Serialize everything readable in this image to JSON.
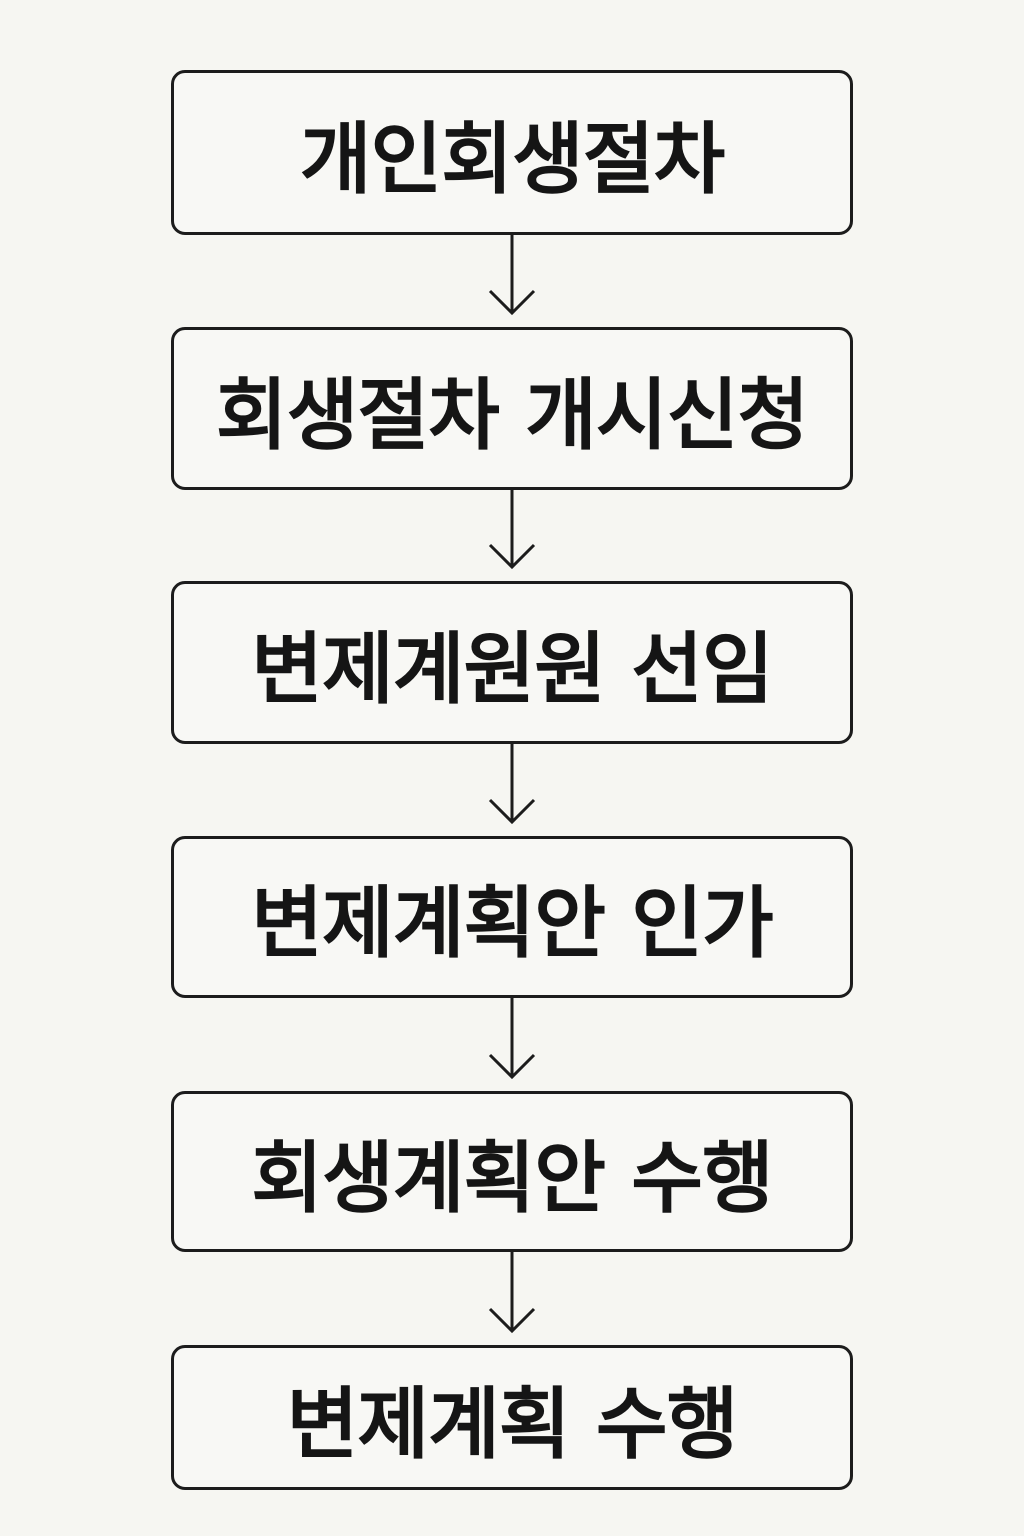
{
  "flowchart": {
    "steps": [
      {
        "label": "개인회생절차"
      },
      {
        "label": "회생절차 개시신청"
      },
      {
        "label": "변제계원원 선임"
      },
      {
        "label": "변제계획안 인가"
      },
      {
        "label": "회생계획안 수행"
      },
      {
        "label": "변제계획 수행"
      }
    ],
    "colors": {
      "background": "#f6f6f2",
      "box_border": "#1c1c1c",
      "text": "#151515",
      "arrow": "#1c1c1c"
    }
  }
}
